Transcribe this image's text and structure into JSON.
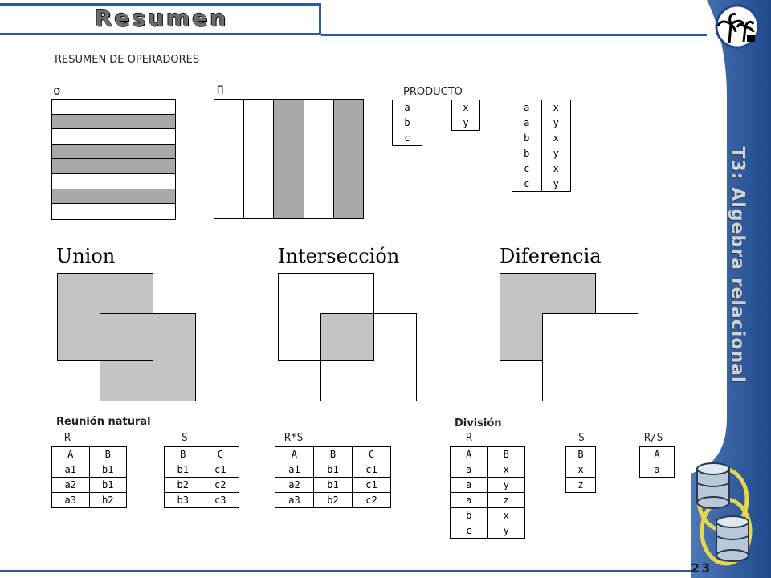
{
  "header": {
    "title": "Resumen"
  },
  "side": {
    "vertical_title": "T3: Algebra relacional",
    "page_number": "23"
  },
  "summary_heading": "RESUMEN DE OPERADORES",
  "sigma": {
    "label": "σ"
  },
  "pi": {
    "label": "Π"
  },
  "producto": {
    "label": "PRODUCTO",
    "r": [
      "a",
      "b",
      "c"
    ],
    "s": [
      "x",
      "y"
    ],
    "result": [
      [
        "a",
        "x"
      ],
      [
        "a",
        "y"
      ],
      [
        "b",
        "x"
      ],
      [
        "b",
        "y"
      ],
      [
        "c",
        "x"
      ],
      [
        "c",
        "y"
      ]
    ]
  },
  "sets": {
    "union": "Union",
    "intersection": "Intersección",
    "difference": "Diferencia"
  },
  "join": {
    "label": "Reunión natural",
    "r_name": "R",
    "s_name": "S",
    "rs_name": "R*S",
    "r_header": [
      "A",
      "B"
    ],
    "r_rows": [
      [
        "a1",
        "b1"
      ],
      [
        "a2",
        "b1"
      ],
      [
        "a3",
        "b2"
      ]
    ],
    "s_header": [
      "B",
      "C"
    ],
    "s_rows": [
      [
        "b1",
        "c1"
      ],
      [
        "b2",
        "c2"
      ],
      [
        "b3",
        "c3"
      ]
    ],
    "rs_header": [
      "A",
      "B",
      "C"
    ],
    "rs_rows": [
      [
        "a1",
        "b1",
        "c1"
      ],
      [
        "a2",
        "b1",
        "c1"
      ],
      [
        "a3",
        "b2",
        "c2"
      ]
    ]
  },
  "division": {
    "label": "División",
    "r_name": "R",
    "s_name": "S",
    "q_name": "R/S",
    "r_header": [
      "A",
      "B"
    ],
    "r_rows": [
      [
        "a",
        "x"
      ],
      [
        "a",
        "y"
      ],
      [
        "a",
        "z"
      ],
      [
        "b",
        "x"
      ],
      [
        "c",
        "y"
      ]
    ],
    "s_header": [
      "B"
    ],
    "s_rows": [
      [
        "x"
      ],
      [
        "z"
      ]
    ],
    "q_header": [
      "A"
    ],
    "q_rows": [
      [
        "a"
      ]
    ]
  },
  "colors": {
    "accent": "#2a5aa3",
    "shade": "#a9a9a9"
  }
}
